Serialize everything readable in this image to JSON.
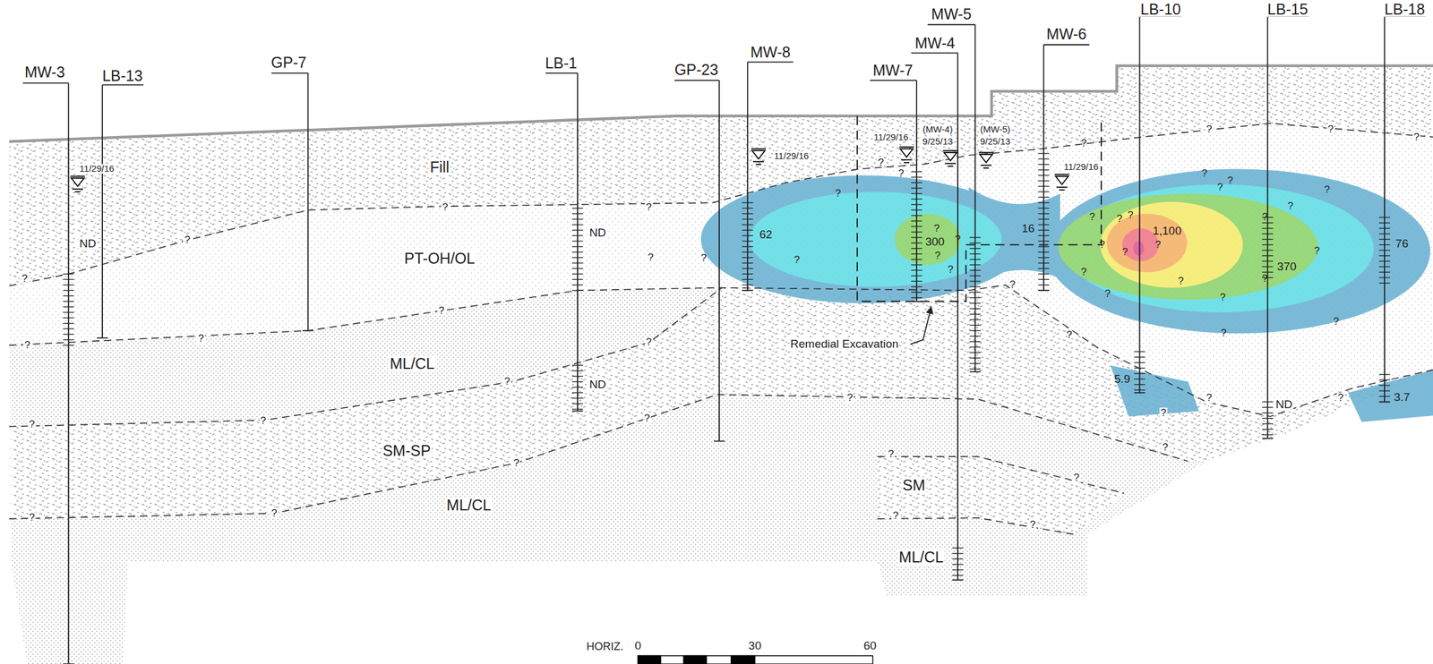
{
  "diagram": {
    "labels": [
      "MW-3",
      "LB-13",
      "GP-7",
      "LB-1",
      "GP-23",
      "MW-8",
      "MW-7",
      "MW-5",
      "MW-4",
      "MW-6",
      "LB-10",
      "LB-15",
      "LB-18",
      "11/29/16",
      "11/29/16",
      "11/29/16",
      "(MW-4)",
      "9/25/13",
      "(MW-5)",
      "9/25/13",
      "11/29/16",
      "Fill",
      "PT-OH/OL",
      "ML/CL",
      "SM-SP",
      "ML/CL",
      "SM",
      "ML/CL",
      "ND",
      "ND",
      "62",
      "300",
      "16",
      "1,100",
      "370",
      "76",
      "ND",
      "5.9",
      "ND",
      "3.7",
      "Remedial Excavation",
      "HORIZ.",
      "0",
      "30",
      "60",
      "?",
      "?",
      "?",
      "?",
      "?",
      "?",
      "?",
      "?",
      "?",
      "?",
      "?",
      "?",
      "?",
      "?",
      "?",
      "?",
      "?",
      "?",
      "?",
      "?",
      "?",
      "?",
      "?",
      "?",
      "?",
      "?",
      "?",
      "?",
      "?",
      "?",
      "?",
      "?",
      "?",
      "?",
      "?",
      "?",
      "?",
      "?",
      "?",
      "?",
      "?",
      "?",
      "?",
      "?",
      "?",
      "?",
      "?",
      "?",
      "?",
      "?",
      "?",
      "?",
      "?",
      "?",
      "?",
      "?",
      "?",
      "?",
      "?",
      "?"
    ]
  }
}
